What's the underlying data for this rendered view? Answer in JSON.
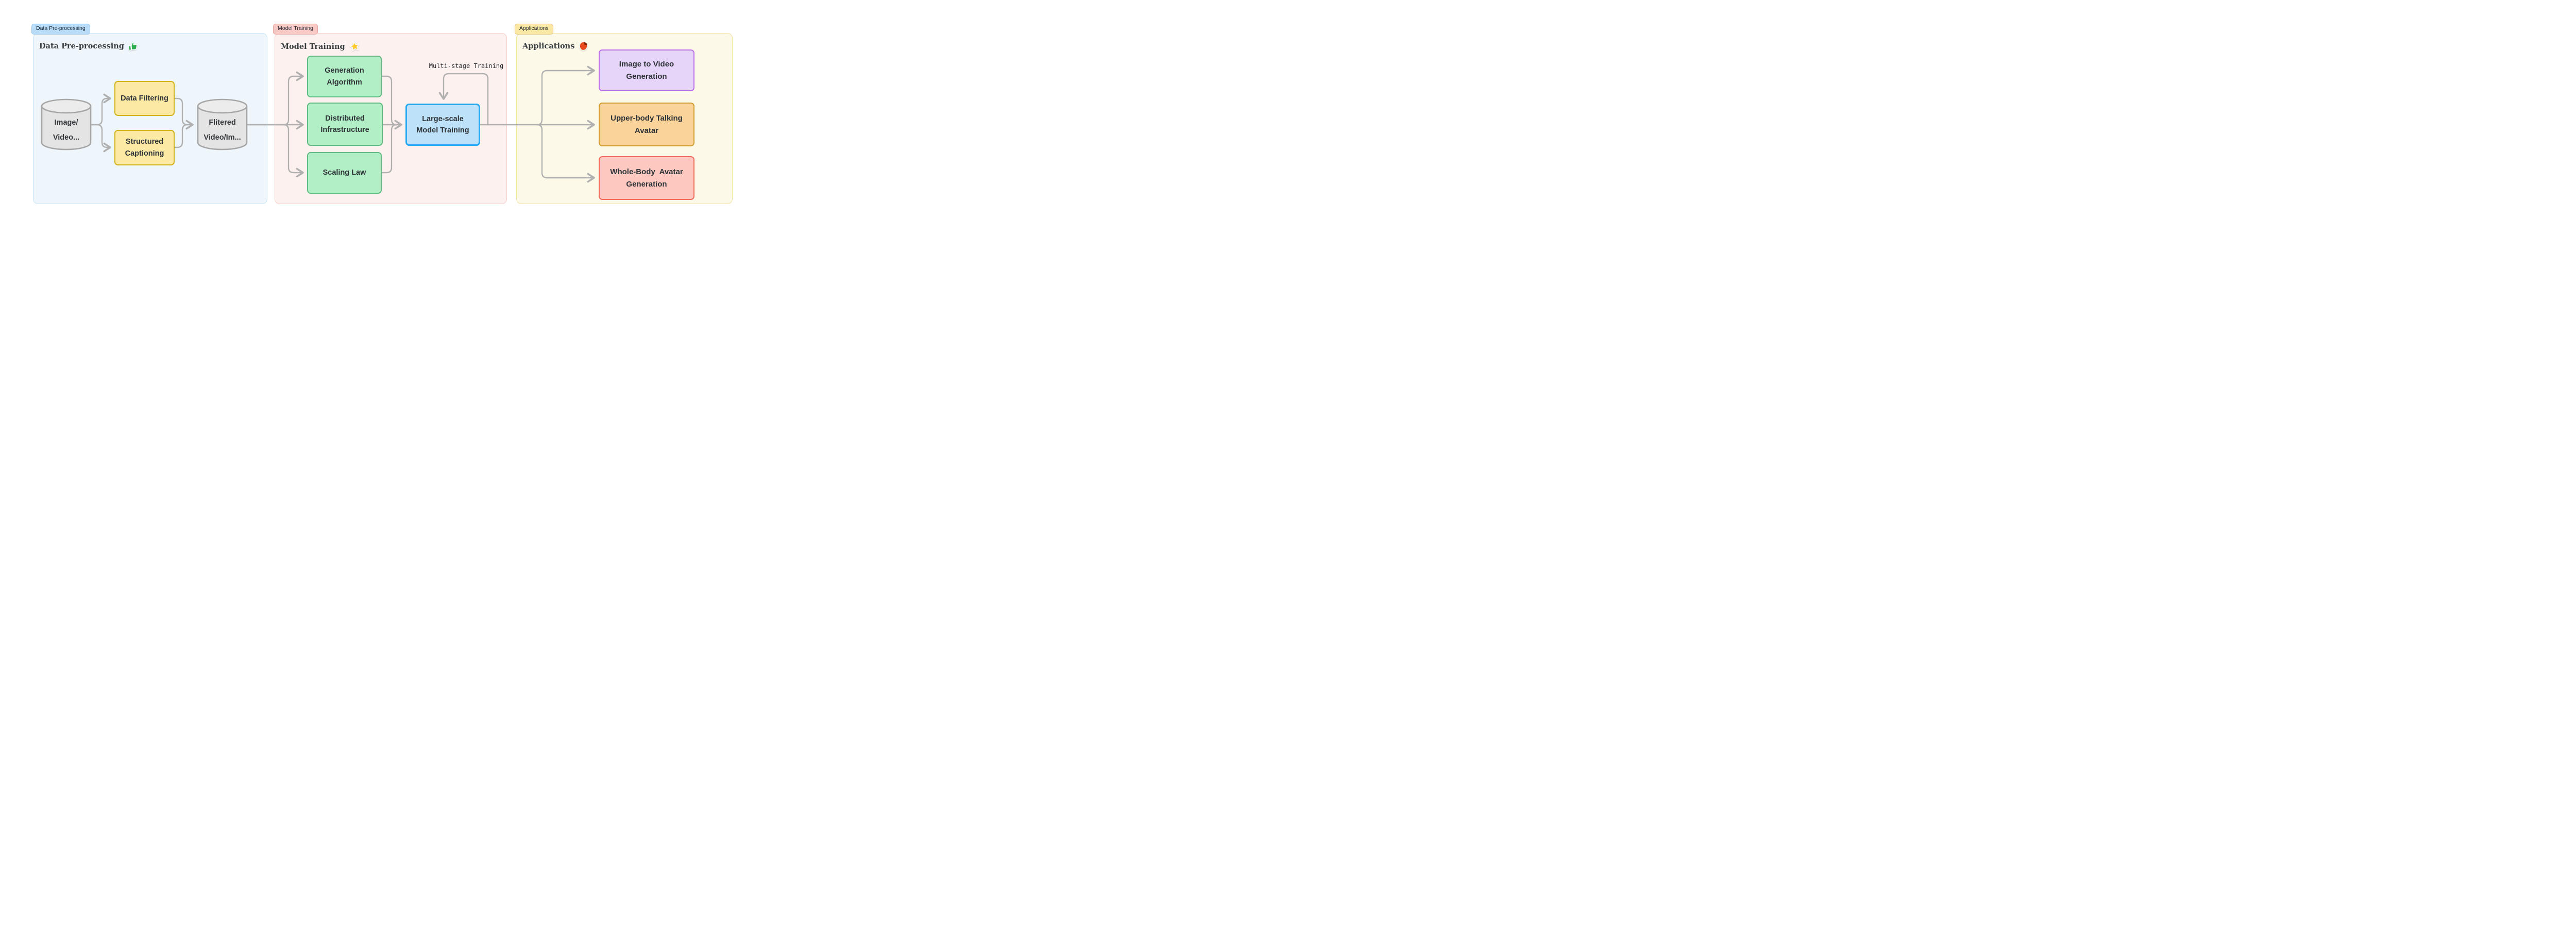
{
  "diagram": {
    "sections": [
      {
        "badge": "Data Pre-processing",
        "title": "Data Pre-processing",
        "icon": "thumbs-up-icon",
        "panel_bg": "#eef6fc",
        "panel_border": "#c9e4f6",
        "badge_bg": "#b8dbf7"
      },
      {
        "badge": "Model Training",
        "title": "Model Training",
        "icon": "star-icon",
        "panel_bg": "#fdf1ef",
        "panel_border": "#f6ccc8",
        "badge_bg": "#f8c9c5"
      },
      {
        "badge": "Applications",
        "title": "Applications",
        "icon": "red-sticker-icon",
        "panel_bg": "#fdf9e9",
        "panel_border": "#f2e1a2",
        "badge_bg": "#f9e7a4"
      }
    ],
    "nodes": {
      "source_db": {
        "shape": "cylinder",
        "lines": [
          "Image/",
          "Video..."
        ],
        "fill": "#e6e6e6",
        "border": "#a6a6a6"
      },
      "data_filtering": {
        "lines": [
          "Data Filtering"
        ],
        "fill": "#fce9a4",
        "border": "#d2b217"
      },
      "structured_captioning": {
        "lines": [
          "Structured",
          "Captioning"
        ],
        "fill": "#fce9a4",
        "border": "#d2b217"
      },
      "filtered_db": {
        "shape": "cylinder",
        "lines": [
          "Flitered",
          "Video/Im..."
        ],
        "fill": "#e6e6e6",
        "border": "#a6a6a6"
      },
      "generation_algorithm": {
        "lines": [
          "Generation",
          "Algorithm"
        ],
        "fill": "#b3efc6",
        "border": "#62bb82"
      },
      "distributed_infrastructure": {
        "lines": [
          "Distributed",
          "Infrastructure"
        ],
        "fill": "#b3efc6",
        "border": "#62bb82"
      },
      "scaling_law": {
        "lines": [
          "Scaling Law"
        ],
        "fill": "#b3efc6",
        "border": "#62bb82"
      },
      "large_scale_model_training": {
        "lines": [
          "Large-scale",
          "Model Training"
        ],
        "fill": "#bde1f9",
        "border": "#27aaf0"
      },
      "image_to_video_generation": {
        "lines": [
          "Image to Video",
          "Generation"
        ],
        "fill": "#e7d4f9",
        "border": "#bc70e8"
      },
      "upper_body_talking_avatar": {
        "lines": [
          "Upper-body Talking",
          "Avatar"
        ],
        "fill": "#fad39b",
        "border": "#d09e2e"
      },
      "whole_body_avatar_generation": {
        "lines": [
          "Whole-Body  Avatar",
          "Generation"
        ],
        "fill": "#fcc8c0",
        "border": "#f26a5c"
      }
    },
    "annotations": {
      "multi_stage_training": "Multi-stage Training"
    },
    "edge_color": "#b0b0b0"
  }
}
